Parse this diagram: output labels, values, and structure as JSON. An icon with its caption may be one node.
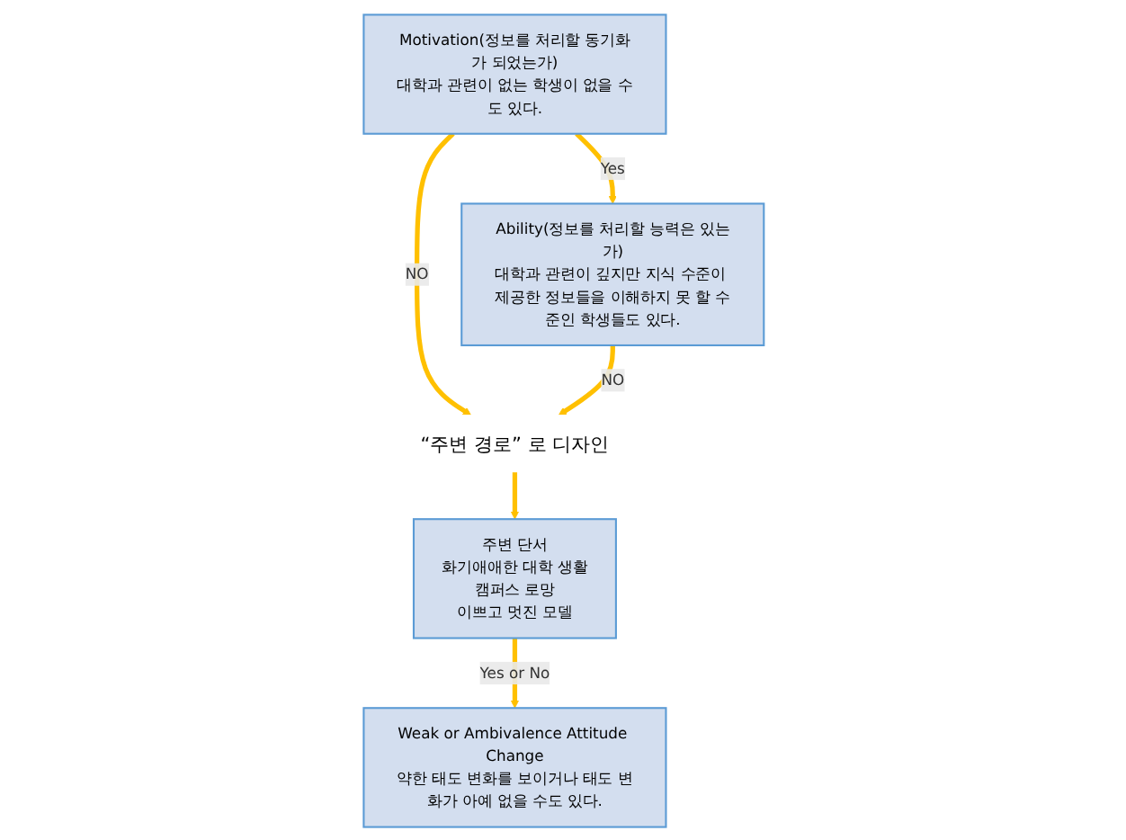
{
  "diagram": {
    "nodes": [
      {
        "text": [
          "Motivation(정보를 처리할 동기화가 되었는가)",
          "대학과 관련이 없는 학생이 없을 수도 있다."
        ]
      },
      {
        "text": [
          "Ability(정보를 처리할 능력은 있는가)",
          "대학과 관련이 깊지만 지식 수준이 제공한 정보들을 이해하지 못 할 수준인 학생들도 있다."
        ]
      },
      {
        "text": [
          "“주변 경로” 로 디자인"
        ]
      },
      {
        "text": [
          "주변 단서",
          "화기애애한 대학 생활",
          "캠퍼스 로망",
          "이쁘고 멋진 모델"
        ]
      },
      {
        "text": [
          "Weak or Ambivalence Attitude Change",
          "약한 태도 변화를 보이거나 태도 변화가 아예 없을 수도 있다."
        ]
      }
    ],
    "edges": [
      {
        "from": 0,
        "to": 1,
        "arrow": "to",
        "label": "Yes"
      },
      {
        "from": 0,
        "to": 2,
        "arrow": "to",
        "label": "NO"
      },
      {
        "from": 1,
        "to": 2,
        "arrow": "to",
        "label": "NO"
      },
      {
        "from": 2,
        "to": 3,
        "arrow": "to"
      },
      {
        "from": 3,
        "to": 4,
        "arrow": "to",
        "label": "Yes or No"
      }
    ]
  }
}
